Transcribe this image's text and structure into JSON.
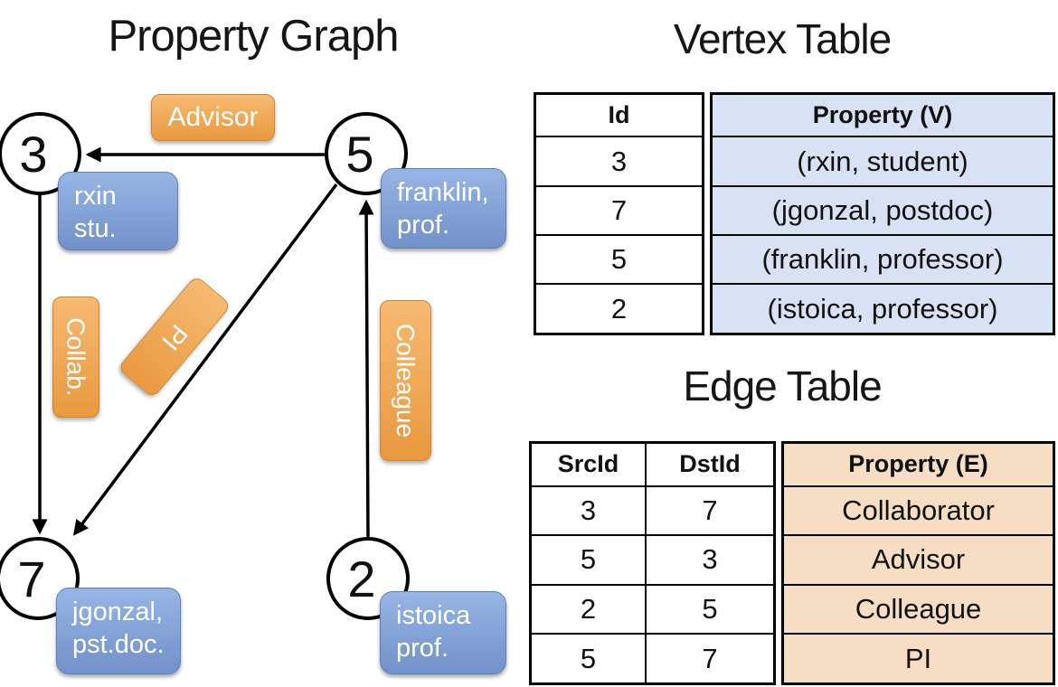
{
  "graph": {
    "title": "Property Graph",
    "nodes": [
      {
        "id": "3",
        "prop_line1": "rxin",
        "prop_line2": "stu."
      },
      {
        "id": "5",
        "prop_line1": "franklin,",
        "prop_line2": "prof."
      },
      {
        "id": "7",
        "prop_line1": "jgonzal,",
        "prop_line2": "pst.doc."
      },
      {
        "id": "2",
        "prop_line1": "istoica",
        "prop_line2": "prof."
      }
    ],
    "edges": [
      {
        "label": "Advisor",
        "from": "5",
        "to": "3"
      },
      {
        "label": "Collab.",
        "from": "3",
        "to": "7"
      },
      {
        "label": "PI",
        "from": "5",
        "to": "7"
      },
      {
        "label": "Colleague",
        "from": "2",
        "to": "5"
      }
    ]
  },
  "vertex_table": {
    "title": "Vertex Table",
    "columns": [
      "Id",
      "Property (V)"
    ],
    "rows": [
      [
        "3",
        "(rxin, student)"
      ],
      [
        "7",
        "(jgonzal, postdoc)"
      ],
      [
        "5",
        "(franklin, professor)"
      ],
      [
        "2",
        "(istoica, professor)"
      ]
    ]
  },
  "edge_table": {
    "title": "Edge Table",
    "columns": [
      "SrcId",
      "DstId",
      "Property (E)"
    ],
    "rows": [
      [
        "3",
        "7",
        "Collaborator"
      ],
      [
        "5",
        "3",
        "Advisor"
      ],
      [
        "2",
        "5",
        "Colleague"
      ],
      [
        "5",
        "7",
        "PI"
      ]
    ]
  },
  "colors": {
    "node_fill": "#FFFFFF",
    "node_border": "#000000",
    "edge_line": "#000000",
    "edge_label_orange_top": "#F6BA72",
    "edge_label_orange_bottom": "#E9993F",
    "vertex_prop_blue_top": "#97B5E4",
    "vertex_prop_blue_bottom": "#7191C9",
    "vertex_table_cell_bg": "#D9E2F4",
    "edge_table_cell_bg": "#F5DEC3"
  }
}
